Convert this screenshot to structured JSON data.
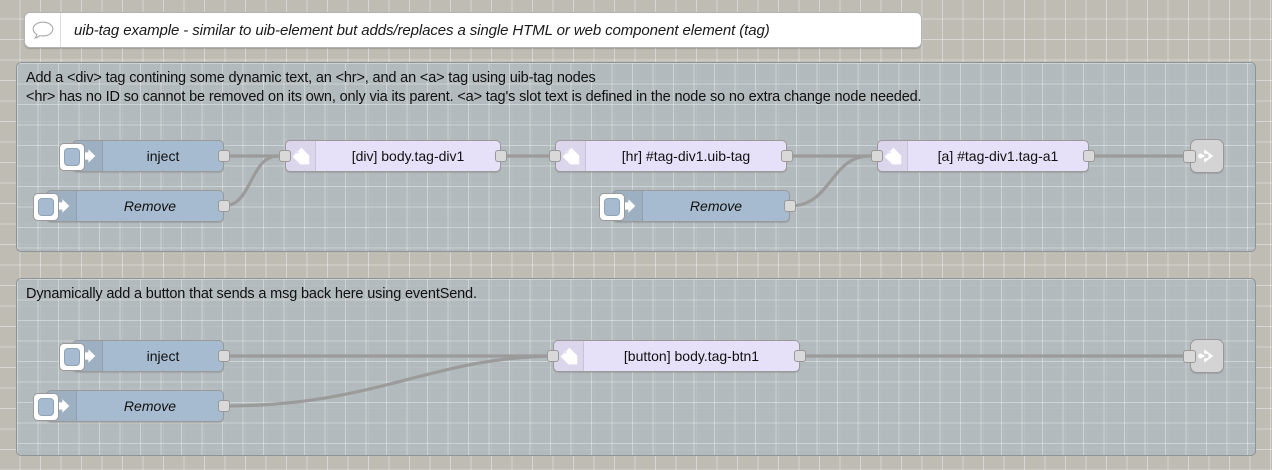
{
  "canvas": {
    "background_color": "#bfbcb4",
    "grid": true
  },
  "comment_node": {
    "icon": "comment-bubble-icon",
    "text": "uib-tag example - similar to uib-element but adds/replaces a single HTML or web component element (tag)"
  },
  "groups": [
    {
      "id": "group-1",
      "description_line1": "Add a <div> tag contining some dynamic text, an <hr>, and an <a> tag using uib-tag nodes",
      "description_line2": "<hr> has no ID so cannot be removed on its own, only via its parent. <a> tag's slot text is defined in the node so no extra change node needed.",
      "background_color": "#b0babe",
      "border_color": "#8e9396",
      "nodes": [
        {
          "type": "inject",
          "label": "inject",
          "icon": "inject-arrow-icon",
          "italic": false
        },
        {
          "type": "inject",
          "label": "Remove",
          "icon": "inject-arrow-icon",
          "italic": true
        },
        {
          "type": "uib-tag",
          "label": "[div] body.tag-div1",
          "icon": "tag-icon",
          "italic": false
        },
        {
          "type": "uib-tag",
          "label": "[hr] #tag-div1.uib-tag",
          "icon": "tag-icon",
          "italic": false
        },
        {
          "type": "inject",
          "label": "Remove",
          "icon": "inject-arrow-icon",
          "italic": true
        },
        {
          "type": "uib-tag",
          "label": "[a] #tag-div1.tag-a1",
          "icon": "tag-icon",
          "italic": false
        },
        {
          "type": "link-out",
          "label": "",
          "icon": "link-out-icon",
          "italic": false
        }
      ]
    },
    {
      "id": "group-2",
      "description_line1": "Dynamically add a button that sends a msg back here using eventSend.",
      "description_line2": "",
      "background_color": "#b0babe",
      "border_color": "#8e9396",
      "nodes": [
        {
          "type": "inject",
          "label": "inject",
          "icon": "inject-arrow-icon",
          "italic": false
        },
        {
          "type": "inject",
          "label": "Remove",
          "icon": "inject-arrow-icon",
          "italic": true
        },
        {
          "type": "uib-tag",
          "label": "[button] body.tag-btn1",
          "icon": "tag-icon",
          "italic": false
        },
        {
          "type": "link-out",
          "label": "",
          "icon": "link-out-icon",
          "italic": false
        }
      ]
    }
  ],
  "colors": {
    "inject_node": "#a6bbcf",
    "uib_tag_node": "#e6e0f8",
    "link_node": "#d4d4d4",
    "wire": "#9a9a9a",
    "port": "#d9d9d9"
  }
}
